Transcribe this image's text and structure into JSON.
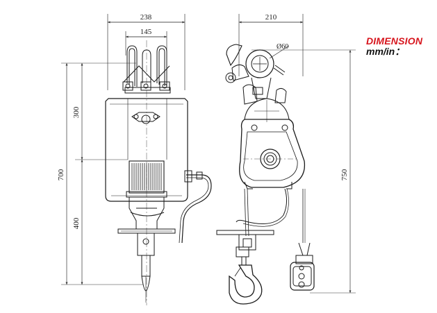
{
  "legend": {
    "title": "DIMENSION",
    "units": "mm/in：",
    "title_color": "#d7151d"
  },
  "dimensions": {
    "width_total": "238",
    "width_top": "145",
    "side_width": "210",
    "hook_diameter": "Ø60",
    "height_total": "700",
    "height_upper": "300",
    "height_lower": "400",
    "side_height": "750"
  },
  "colors": {
    "line": "#1a1a1a",
    "dim": "#333333"
  }
}
